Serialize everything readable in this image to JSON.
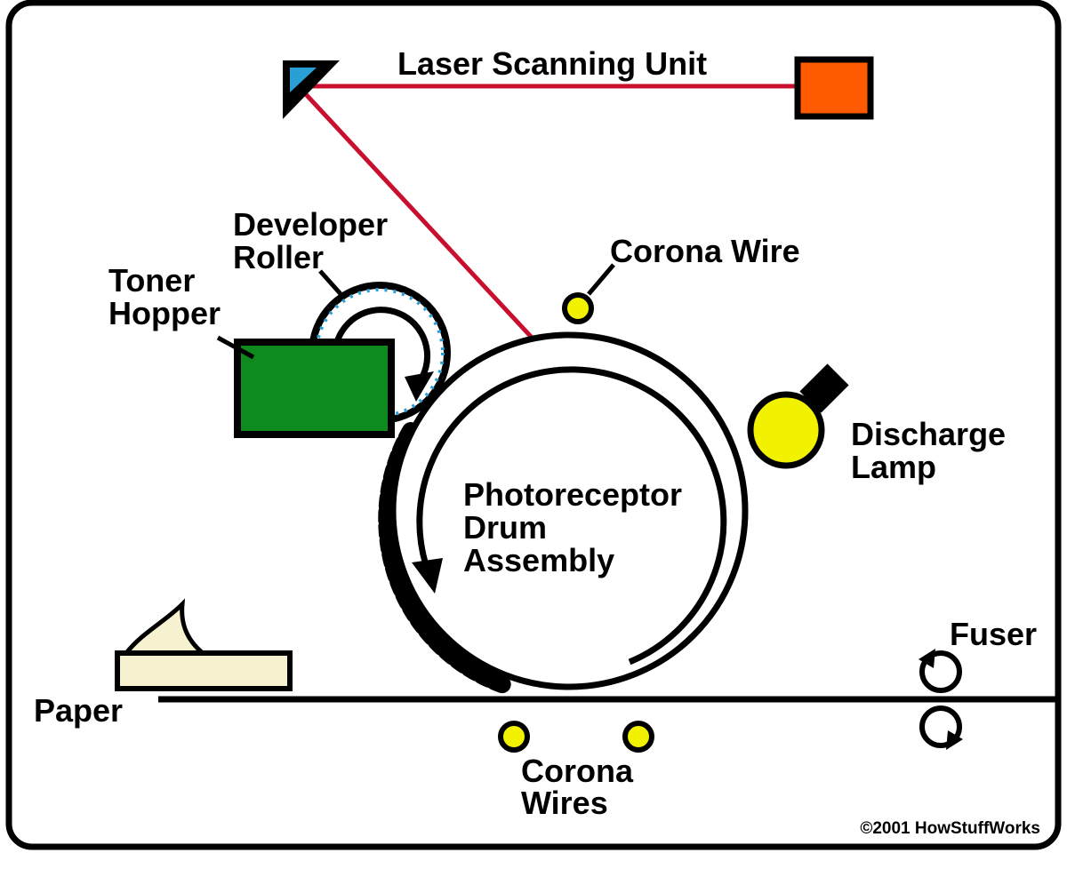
{
  "labels": {
    "laser_scanning_unit": "Laser Scanning Unit",
    "developer_roller": [
      "Developer",
      "Roller"
    ],
    "toner_hopper": [
      "Toner",
      "Hopper"
    ],
    "corona_wire": "Corona Wire",
    "discharge_lamp": [
      "Discharge",
      "Lamp"
    ],
    "photoreceptor_drum": [
      "Photoreceptor",
      "Drum",
      "Assembly"
    ],
    "fuser": "Fuser",
    "paper": "Paper",
    "corona_wires": [
      "Corona",
      "Wires"
    ],
    "copyright": "©2001 HowStuffWorks"
  },
  "colors": {
    "laser_beam": "#c8102e",
    "mirror": "#2a9fd6",
    "laser_source": "#ff5a00",
    "toner_hopper": "#0f8a1e",
    "corona_wire": "#f2f200",
    "discharge_lamp": "#f2f200",
    "paper": "#f6f2cf",
    "developer_roller_dots": "#2a9fd6",
    "outline": "#000000"
  }
}
